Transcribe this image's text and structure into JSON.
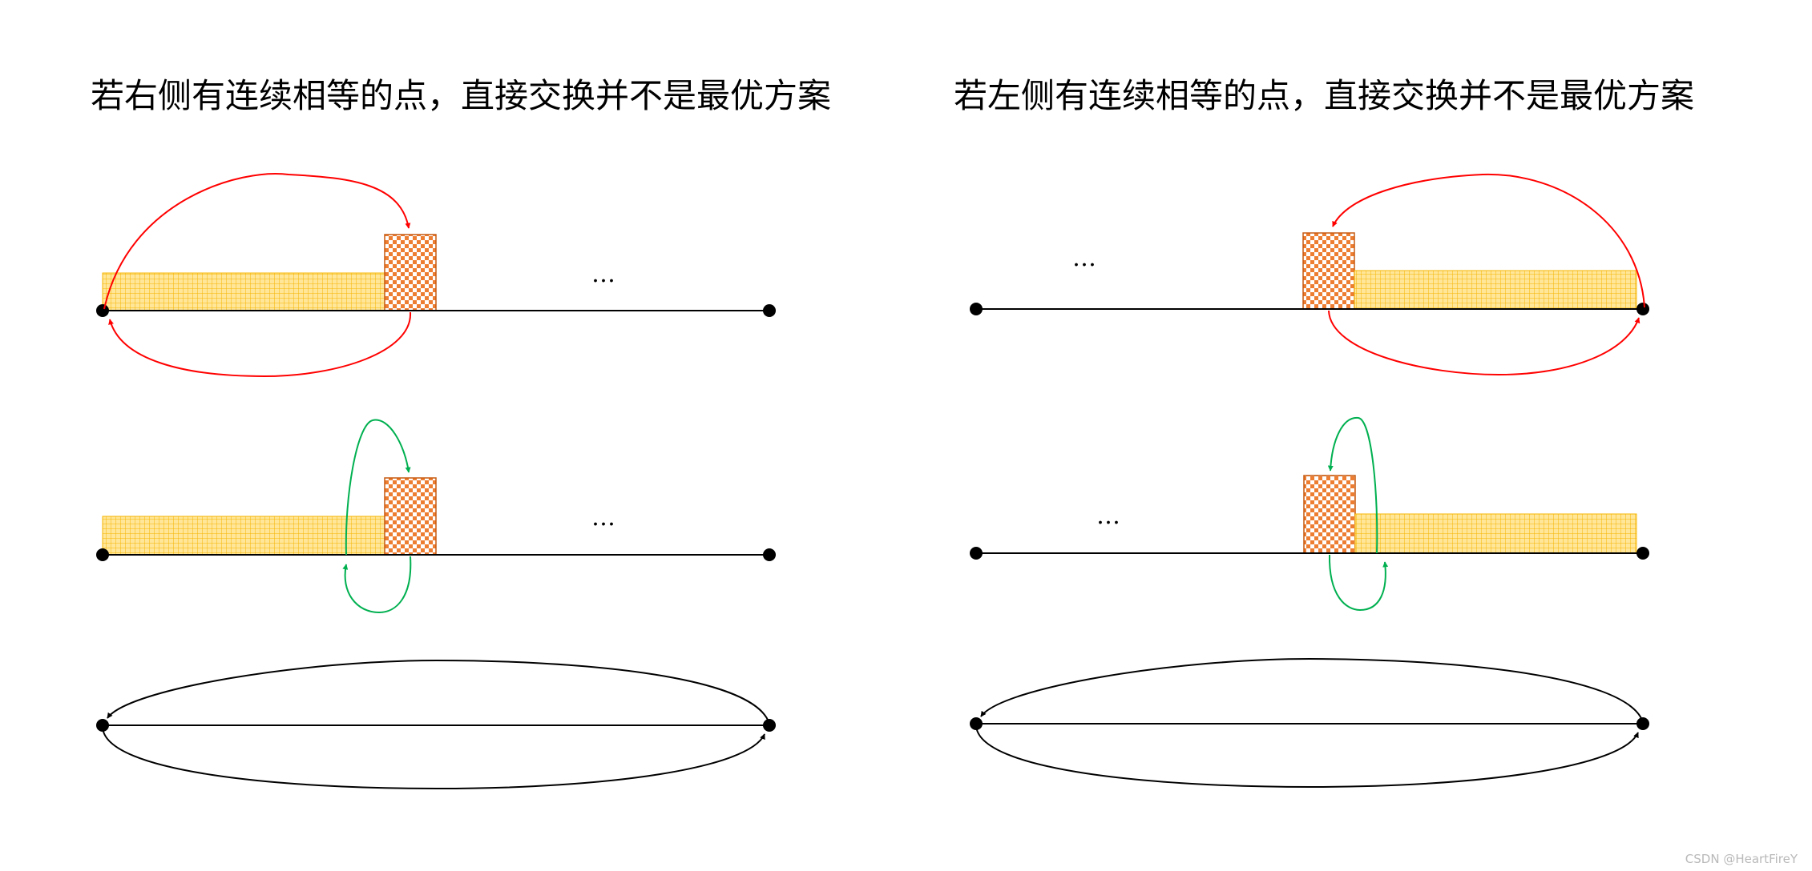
{
  "titles": {
    "left": "若右侧有连续相等的点，直接交换并不是最优方案",
    "right": "若左侧有连续相等的点，直接交换并不是最优方案"
  },
  "ellipsis": "…",
  "watermark": "CSDN @HeartFireY",
  "colors": {
    "red_arrow": "#ff0000",
    "green_arrow": "#00b050",
    "black": "#000000",
    "yellow_fill": "#ffd966",
    "yellow_grid": "#f4a800",
    "orange_check": "#ed7d31"
  }
}
